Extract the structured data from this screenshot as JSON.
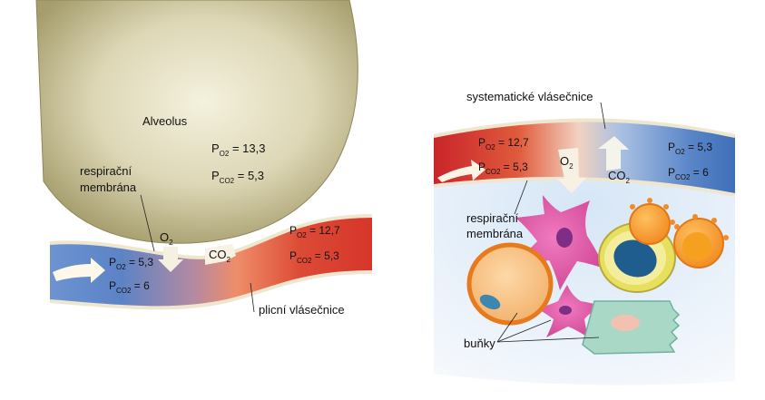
{
  "left": {
    "alveolus_label": "Alveolus",
    "alveolus_po2": "13,3",
    "alveolus_pco2": "5,3",
    "respiratory_membrane_line1": "respirační",
    "respiratory_membrane_line2": "membrána",
    "o2_label": "O",
    "co2_label": "CO",
    "venous_po2": "5,3",
    "venous_pco2": "6",
    "arterial_po2": "12,7",
    "arterial_pco2": "5,3",
    "capillary_label": "plicní vlásečnice"
  },
  "right": {
    "capillary_label": "systematické vlásečnice",
    "arterial_po2": "12,7",
    "arterial_pco2": "5,3",
    "venous_po2": "5,3",
    "venous_pco2": "6",
    "o2_label": "O",
    "co2_label": "CO",
    "respiratory_membrane_line1": "respirační",
    "respiratory_membrane_line2": "membrána",
    "cells_label": "buňky"
  },
  "symbols": {
    "pressure_letter": "P",
    "o2_subscript": "O2",
    "co2_subscript": "CO2",
    "equals": " = ",
    "subscript_digit": "2"
  },
  "colors": {
    "venous_blue": "#5b86c8",
    "arterial_red": "#d83a2c",
    "alveolus_fill": "#d8d3b0",
    "tissue_fluid": "#dfeaf6"
  }
}
